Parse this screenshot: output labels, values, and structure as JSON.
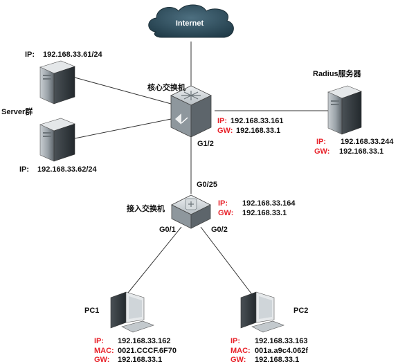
{
  "colors": {
    "label_red": "#e8222a",
    "text": "#111111",
    "link": "#333333",
    "cloud": "#2f4f5f",
    "device_dark": "#3d4347",
    "device_light": "#d9dde0"
  },
  "internet": {
    "label": "Internet"
  },
  "core_switch": {
    "title": "核心交换机",
    "port_down": "G1/2",
    "ip_key": "IP:",
    "ip": "192.168.33.161",
    "gw_key": "GW:",
    "gw": "192.168.33.1"
  },
  "access_switch": {
    "title": "接入交换机",
    "port_up": "G0/25",
    "port_left": "G0/1",
    "port_right": "G0/2",
    "ip_key": "IP:",
    "ip": "192.168.33.164",
    "gw_key": "GW:",
    "gw": "192.168.33.1"
  },
  "server_group": {
    "title": "Server群",
    "server1": {
      "ip_key": "IP:",
      "ip": "192.168.33.61/24"
    },
    "server2": {
      "ip_key": "IP:",
      "ip": "192.168.33.62/24"
    }
  },
  "radius": {
    "title": "Radius服务器",
    "ip_key": "IP:",
    "ip": "192.168.33.244",
    "gw_key": "GW:",
    "gw": "192.168.33.1"
  },
  "pc1": {
    "title": "PC1",
    "ip_key": "IP:",
    "ip": "192.168.33.162",
    "mac_key": "MAC:",
    "mac": "0021.CCCF.6F70",
    "gw_key": "GW:",
    "gw": "192.168.33.1"
  },
  "pc2": {
    "title": "PC2",
    "ip_key": "IP:",
    "ip": "192.168.33.163",
    "mac_key": "MAC:",
    "mac": "001a.a9c4.062f",
    "gw_key": "GW:",
    "gw": "192.168.33.1"
  }
}
